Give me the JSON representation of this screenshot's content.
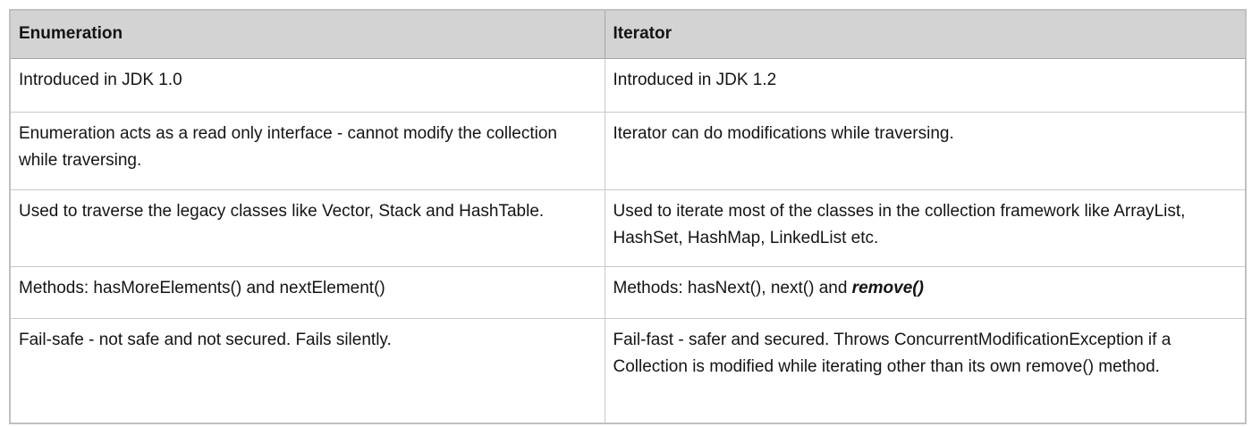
{
  "table": {
    "title": "Enumeration vs Iterator comparison table",
    "colors": {
      "header_background": "#d3d3d3",
      "header_border": "#a6a6a6",
      "cell_border": "#c9c9c9",
      "outer_border": "#c0c0c0",
      "text": "#141414",
      "page_background": "#ffffff"
    },
    "header": {
      "columns": [
        {
          "label": "Enumeration"
        },
        {
          "label": "Iterator"
        }
      ]
    },
    "rows": [
      {
        "cells": [
          [
            {
              "t": "Introduced in JDK 1.0"
            }
          ],
          [
            {
              "t": "Introduced in JDK 1.2"
            }
          ]
        ]
      },
      {
        "cells": [
          [
            {
              "t": "Enumeration acts as a read only interface - cannot modify the collection while traversing."
            }
          ],
          [
            {
              "t": "Iterator can do modifications while traversing."
            }
          ]
        ]
      },
      {
        "cells": [
          [
            {
              "t": "Used to traverse the legacy classes like Vector, Stack and HashTable."
            }
          ],
          [
            {
              "t": "Used to iterate most of the classes in the collection framework like ArrayList, HashSet, HashMap, LinkedList etc."
            }
          ]
        ]
      },
      {
        "cells": [
          [
            {
              "t": "Methods: hasMoreElements() and nextElement()"
            }
          ],
          [
            {
              "t": "Methods: hasNext(), next() and "
            },
            {
              "t": "remove()",
              "style": "bold-italic"
            }
          ]
        ]
      },
      {
        "cells": [
          [
            {
              "t": "Fail-safe - not safe and not secured. Fails silently."
            }
          ],
          [
            {
              "t": "Fail-fast - safer and secured. Throws ConcurrentModificationException if a Collection is modified while iterating other than its own remove() method."
            }
          ]
        ]
      }
    ]
  }
}
